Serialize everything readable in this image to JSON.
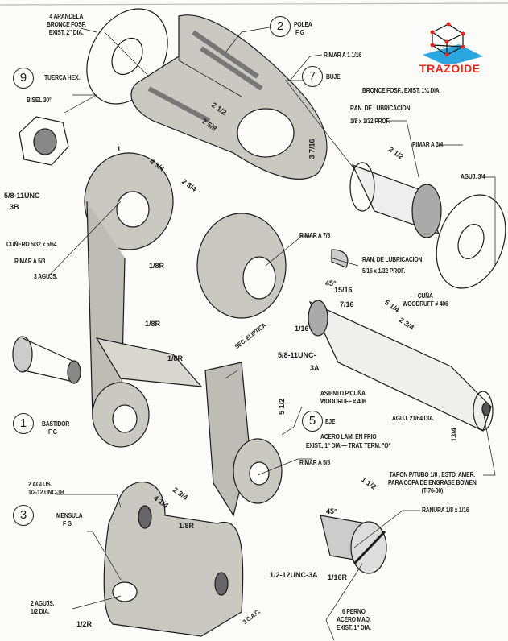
{
  "logo": {
    "text": "TRAZOIDE",
    "accent": "#e8251c",
    "plane": "#2aa7e0"
  },
  "parts": [
    {
      "number": "9",
      "name": "TUERCA HEX."
    },
    {
      "number": "2",
      "name": "POLEA",
      "material": "F G"
    },
    {
      "number": "7",
      "name": "BUJE",
      "material": "BRONCE FOSF., EXIST. 1¼ DIA."
    },
    {
      "number": "1",
      "name": "BASTIDOR",
      "material": "F G"
    },
    {
      "number": "5",
      "name": "EJE",
      "material": "ACERO LAM. EN FRIO",
      "note": "EXIST., 1\" DIA  —  TRAT. TERM. \"O\""
    },
    {
      "number": "3",
      "name": "MENSULA",
      "material": "F G"
    }
  ],
  "labels": {
    "arandela": [
      "4 ARANDELA",
      "BRONCE FOSF.",
      "EXIST. 2\" DIA."
    ],
    "rimar_1_1_16": "RIMAR A 1 1/16",
    "bisel": "BISEL 30°",
    "ran_lub_1": "RAN. DE LUBRICACION",
    "ran_lub_1_prof": "1/8 x 1/32  PROF.",
    "rimar_3_4": "RIMAR A 3/4",
    "aguj_3_4": "AGUJ. 3/4",
    "thread_3b": "5/8-11UNC",
    "thread_3b_cls": "3B",
    "cunero": "CUÑERO 5/32 x 5/64",
    "rimar_5_8_a": "RIMAR A 5/8",
    "agujs_3": "3 AGUJS.",
    "rimar_7_8": "RIMAR A 7/8",
    "ran_lub_2": "RAN. DE LUBRICACION",
    "ran_lub_2_prof": "5/16 x 1/32  PROF.",
    "cuna": [
      "CUÑA",
      "WOODRUFF # 406"
    ],
    "sec_eliptica": "SEC. ELIPTICA",
    "thread_3a": "5/8-11UNC-",
    "thread_3a_cls": "3A",
    "asiento": [
      "ASIENTO P/CUÑA",
      "WOODRUFF # 406"
    ],
    "aguj_21_64": "AGUJ. 21/64 DIA.",
    "rimar_5_8_b": "RIMAR A 5/8",
    "tapon": [
      "TAPON P/TUBO 1/8 , ESTD. AMER.",
      "PARA COPA DE ENGRASE BOWEN",
      "(T-76-00)"
    ],
    "agujs_2_unc": [
      "2 AGUJS.",
      "1/2-12 UNC-3B"
    ],
    "ranura": "RANURA 1/8 x 1/16",
    "thread_12unc": "1/2-12UNC-3A",
    "agujs_2_dia": [
      "2 AGUJS.",
      "1/2 DIA."
    ],
    "perno": [
      "6 PERNO",
      "ACERO MAQ.",
      "EXIST. 1\" DIA."
    ],
    "cac": "3 C.A.C."
  },
  "dimensions": [
    "2 1/2",
    "2 5/8",
    "4 3/4",
    "2 3/4",
    "1",
    "2 1/2",
    "3 7/16",
    "1/8R",
    "1/8R",
    "1/8R",
    "5 1/4",
    "2 3/4",
    "15/16",
    "7/16",
    "1/16",
    "5 1/2",
    "13/4",
    "4 1/4",
    "2 3/4",
    "1/8R",
    "1/2R",
    "1 1/2",
    "1/16R",
    "45°",
    "45°"
  ]
}
